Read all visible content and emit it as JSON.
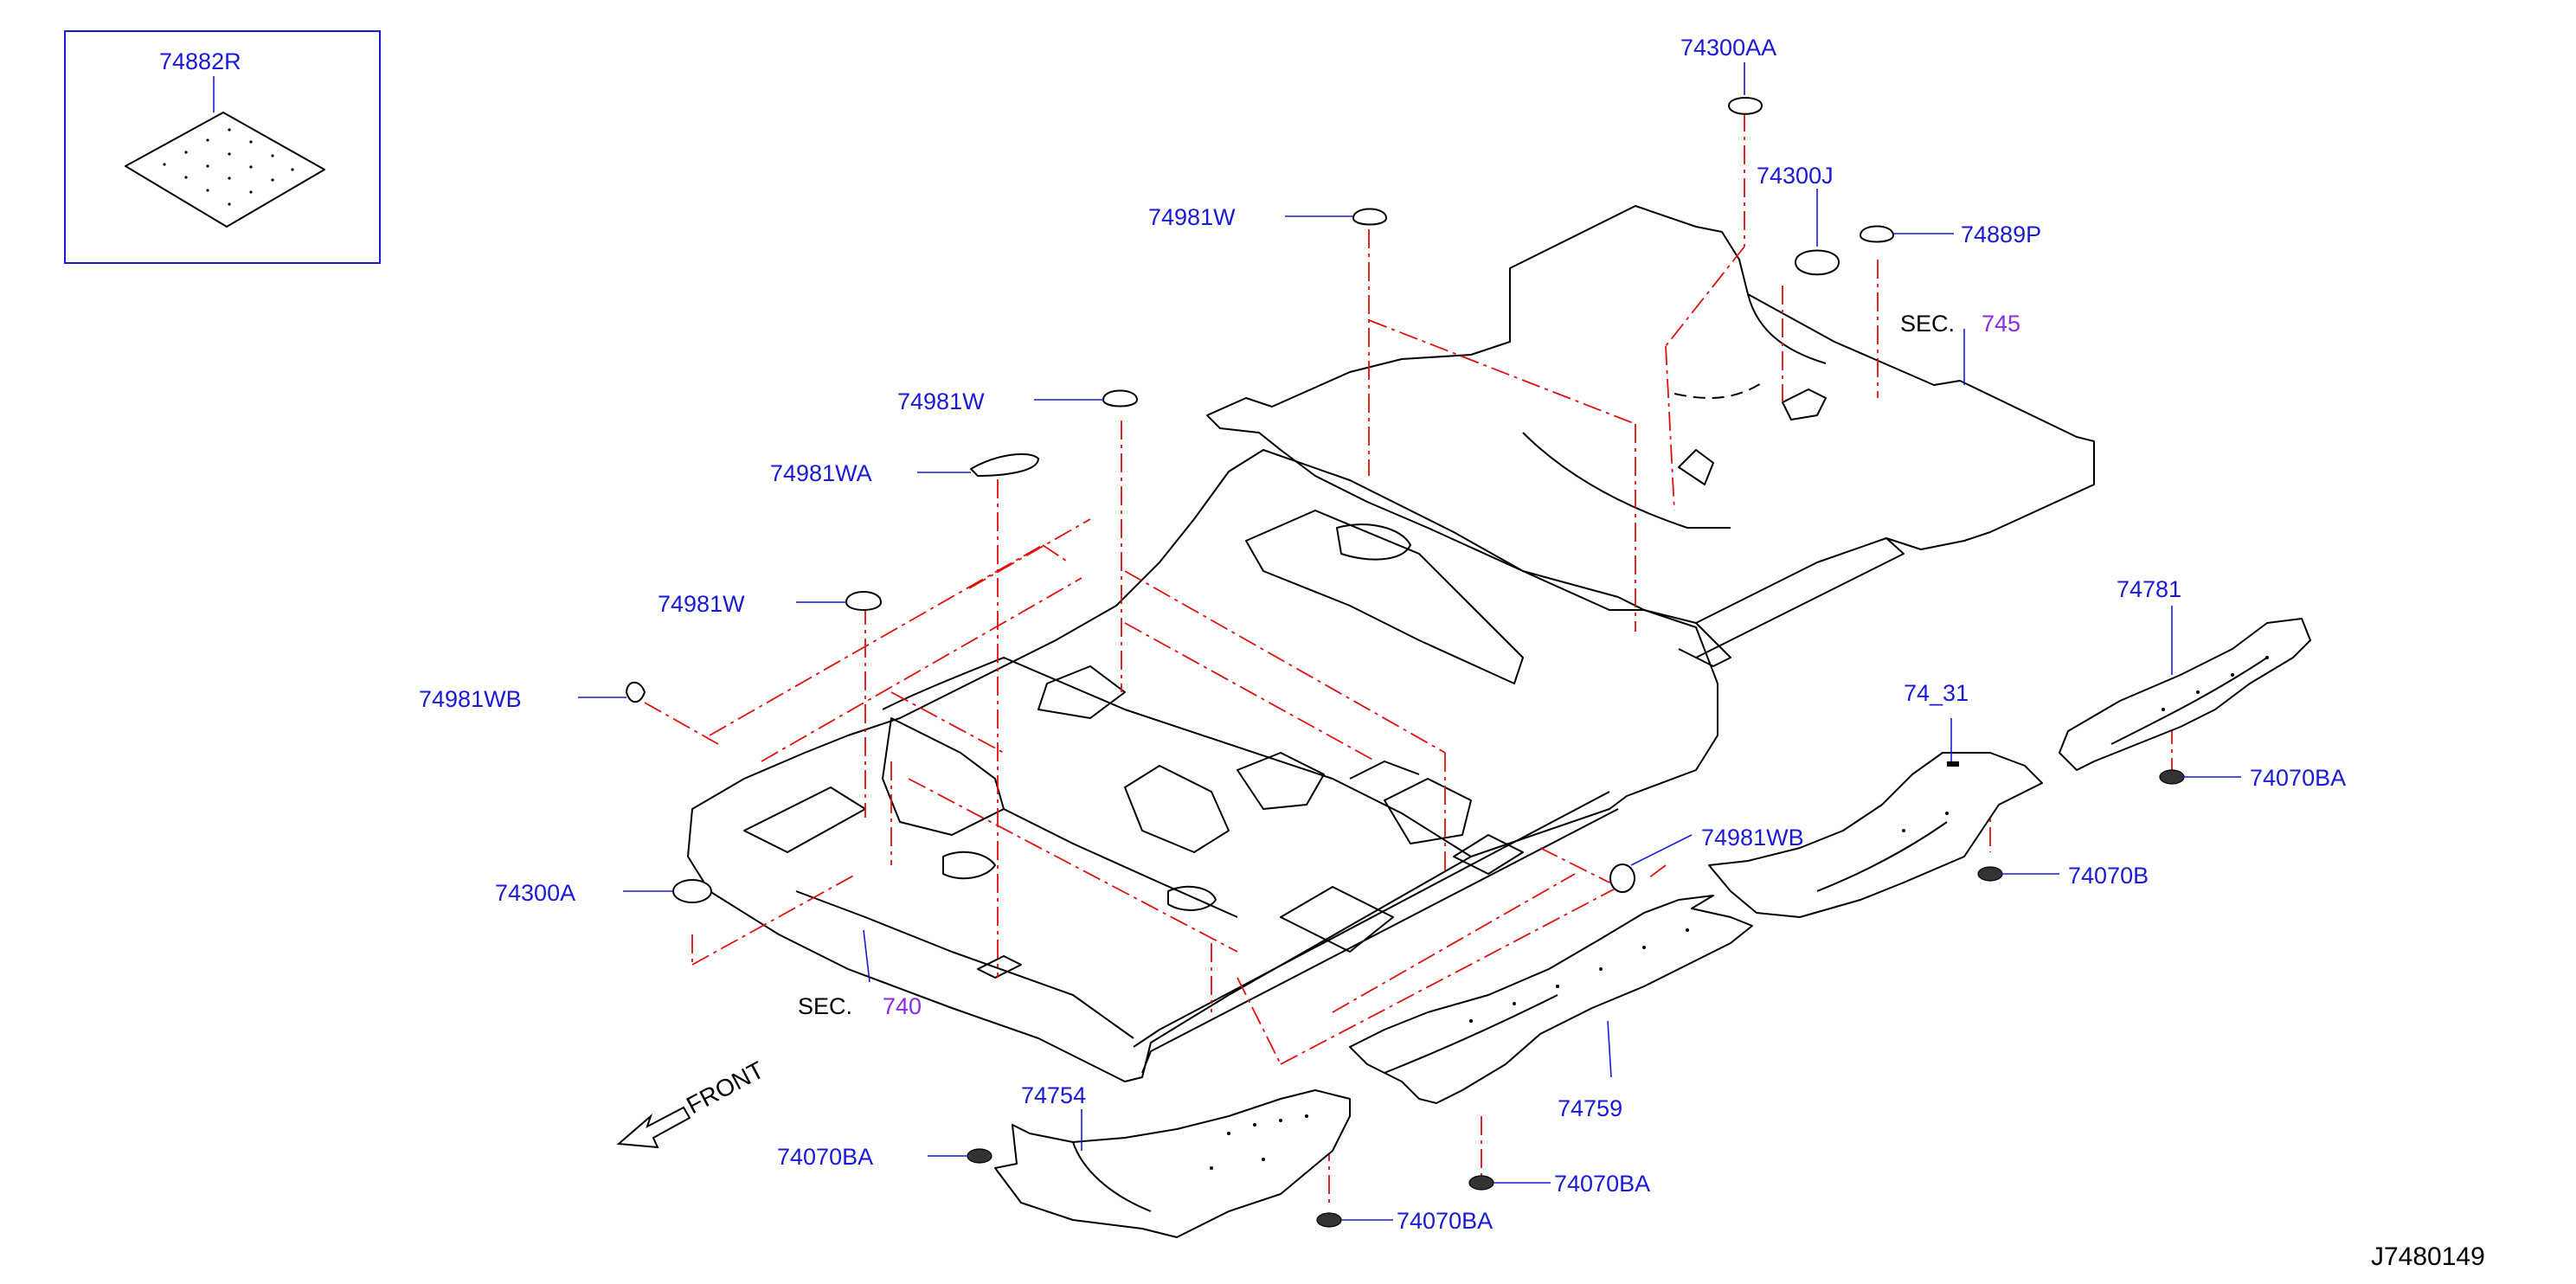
{
  "diagram_id": "J7480149",
  "front_label": "FRONT",
  "inset_part": "74882R",
  "parts": {
    "p74300AA": "74300AA",
    "p74300J": "74300J",
    "p74889P": "74889P",
    "p74981W_top": "74981W",
    "p74981W_mid": "74981W",
    "p74981WA": "74981WA",
    "p74981W_left": "74981W",
    "p74981WB_left": "74981WB",
    "p74300A": "74300A",
    "p74981WB_right": "74981WB",
    "p74781": "74781",
    "p74070BA_right": "74070BA",
    "p74_31": "74_31",
    "p74070B": "74070B",
    "p74759": "74759",
    "p74070BA_mid": "74070BA",
    "p74754": "74754",
    "p74070BA_left": "74070BA",
    "p74070BA_bottom": "74070BA"
  },
  "sections": {
    "sec745": {
      "prefix": "SEC.",
      "number": "745"
    },
    "sec740": {
      "prefix": "SEC.",
      "number": "740"
    }
  },
  "colors": {
    "part_label": "#1a1ad6",
    "section_number": "#8a2be2",
    "reference_line": "#e01010",
    "outline": "#000000"
  }
}
